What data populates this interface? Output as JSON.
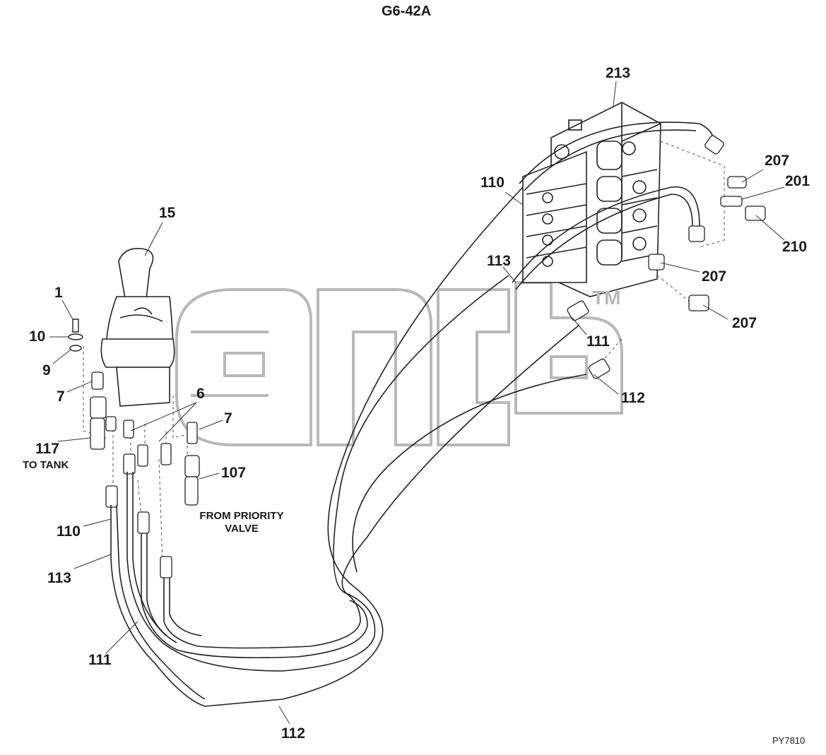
{
  "title": "G6-42A",
  "drawing_code": "PY7810",
  "watermark_mark": "TM",
  "callouts": {
    "p213": "213",
    "p207a": "207",
    "p201": "201",
    "p110_top": "110",
    "p210": "210",
    "p113_top": "113",
    "p207b": "207",
    "p207c": "207",
    "p111_top": "111",
    "p112_top": "112",
    "p15": "15",
    "p1": "1",
    "p10": "10",
    "p9": "9",
    "p7a": "7",
    "p6": "6",
    "p7b": "7",
    "p117": "117",
    "p107": "107",
    "p110_low": "110",
    "p113_low": "113",
    "p111_low": "111",
    "p112_low": "112"
  },
  "notes": {
    "to_tank": "TO TANK",
    "from_priority_line1": "FROM PRIORITY",
    "from_priority_line2": "VALVE"
  }
}
